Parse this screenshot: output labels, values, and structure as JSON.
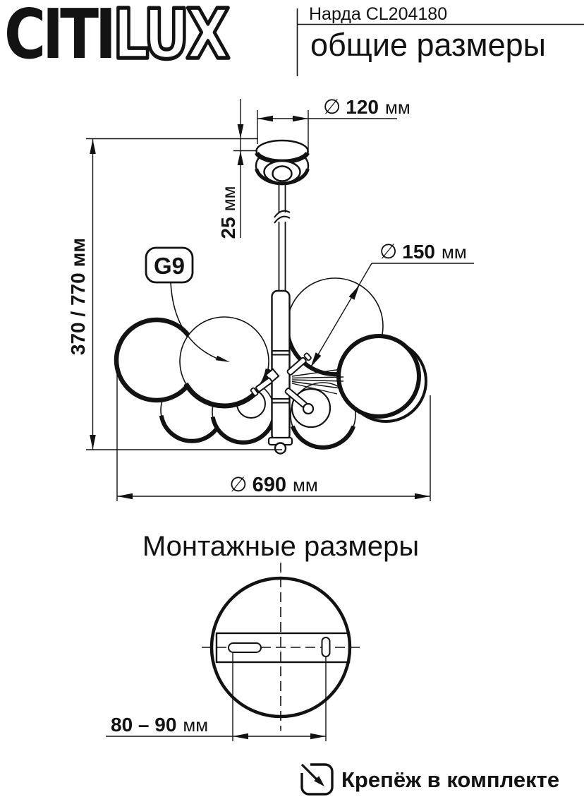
{
  "colors": {
    "ink": "#121212",
    "background": "#ffffff"
  },
  "header": {
    "logo": {
      "solid": "CITI",
      "outline": "LUX"
    },
    "model": "Нарда CL204180",
    "page_subtitle": "общие размеры"
  },
  "general_dimensions": {
    "canopy_diameter": {
      "symbol": "∅",
      "value": "120",
      "unit": "мм"
    },
    "canopy_height": {
      "value": "25",
      "unit": "мм"
    },
    "overall_height": {
      "value": "370 / 770",
      "unit": "мм"
    },
    "globe_diameter": {
      "symbol": "∅",
      "value": "150",
      "unit": "мм"
    },
    "overall_diameter": {
      "symbol": "∅",
      "value": "690",
      "unit": "мм"
    },
    "socket_type": "G9"
  },
  "mounting": {
    "section_title": "Монтажные размеры",
    "hole_spacing": {
      "value": "80 – 90",
      "unit": "мм"
    }
  },
  "footer": {
    "included_note": "Крепёж в комплекте"
  }
}
